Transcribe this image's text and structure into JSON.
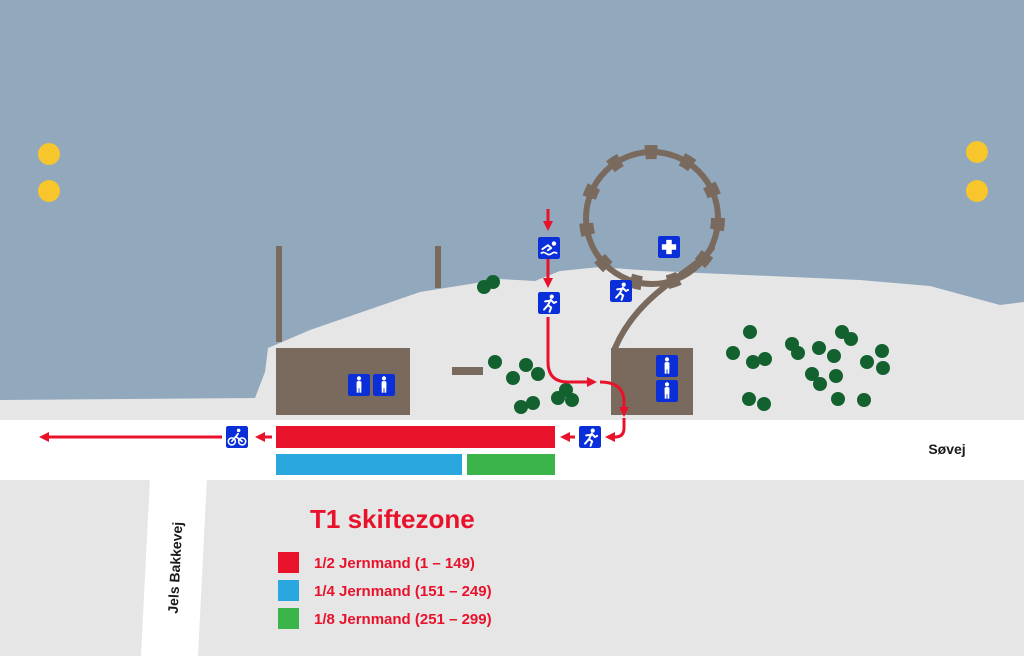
{
  "colors": {
    "water": "#91a8bd",
    "land": "#e6e6e7",
    "road": "#ffffff",
    "building": "#7a6a5e",
    "tree": "#12612f",
    "light": "#f7c62c",
    "route": "#e8122b",
    "icon": "#0a2fd8",
    "zone_red": "#e8122b",
    "zone_blue": "#2aa7df",
    "zone_green": "#3bb54a"
  },
  "roads": {
    "main": "Søvej",
    "side": "Jels Bakkevej"
  },
  "title": "T1 skiftezone",
  "legend": [
    {
      "label": "1/2 Jernmand (1 – 149)",
      "color": "#e8122b"
    },
    {
      "label": "1/4 Jernmand (151 – 249)",
      "color": "#2aa7df"
    },
    {
      "label": "1/8 Jernmand (251 – 299)",
      "color": "#3bb54a"
    }
  ],
  "icons": {
    "swim": "swim-icon",
    "run": "run-icon",
    "bike": "bike-icon",
    "first_aid": "first-aid-icon",
    "toilet": "toilet-icon"
  }
}
